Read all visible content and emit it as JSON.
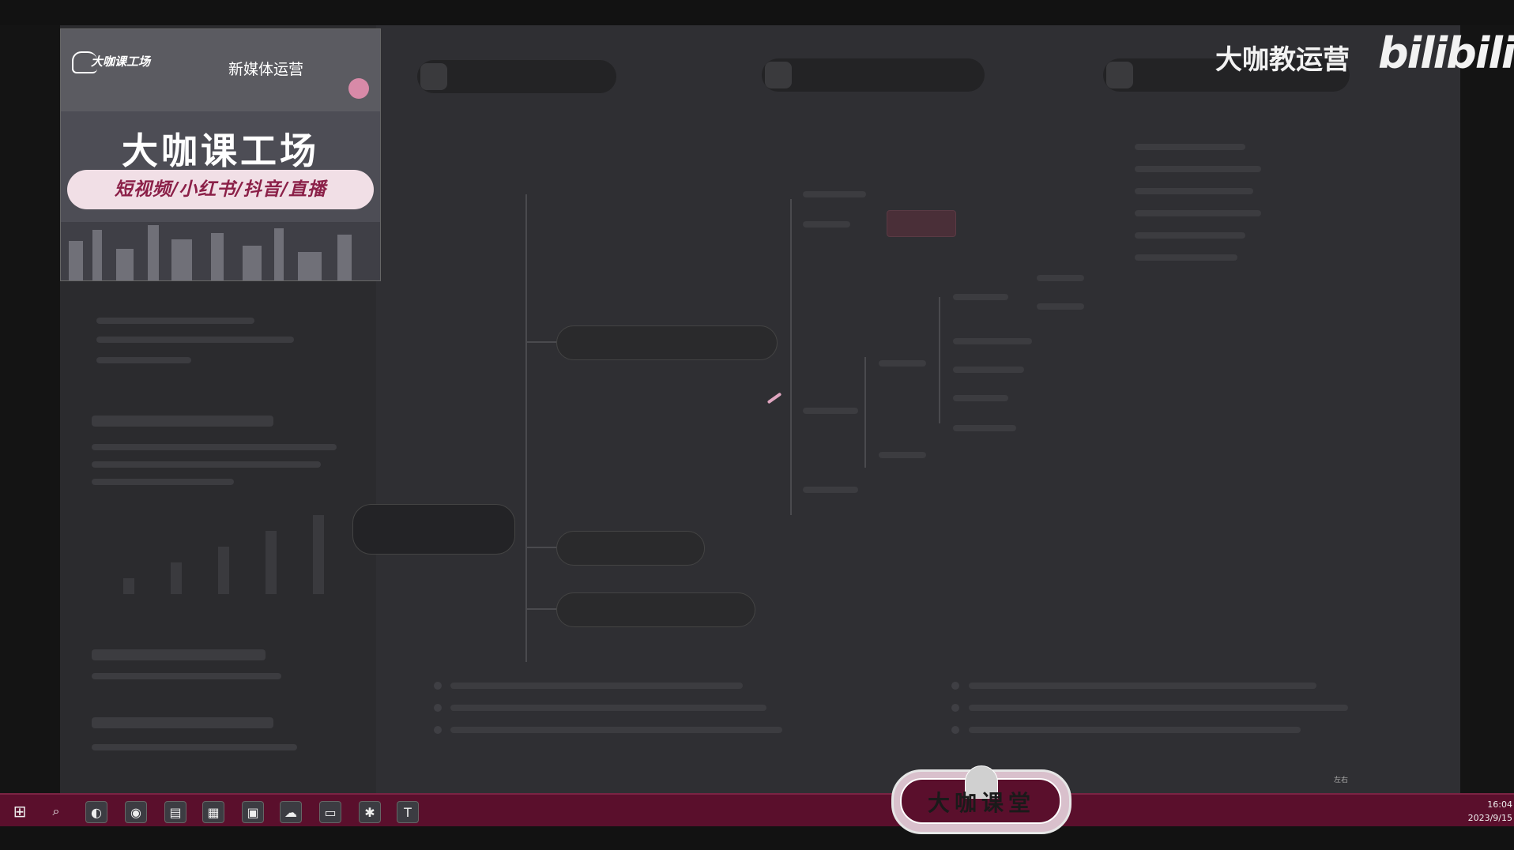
{
  "top_tools": [
    "",
    "",
    ""
  ],
  "mindmap": {
    "root": "",
    "branches": [
      "",
      "",
      ""
    ]
  },
  "promo": {
    "logo": "大咖课工场",
    "tagline": "新媒体运营",
    "title": "大咖课工场",
    "subtitle": "短视频/小红书/抖音/直播"
  },
  "watermark": {
    "channel": "大咖教运营",
    "site": "bilibili",
    "small": "左右"
  },
  "badge": {
    "text": "大咖课堂"
  },
  "taskbar": {
    "icons": [
      "start-icon",
      "search-icon",
      "edge-icon",
      "chrome-icon",
      "files-icon",
      "doc-icon",
      "media-icon",
      "cloud-icon",
      "explorer-icon",
      "tool-icon",
      "text-icon"
    ],
    "time": "16:04",
    "date": "2023/9/15"
  }
}
